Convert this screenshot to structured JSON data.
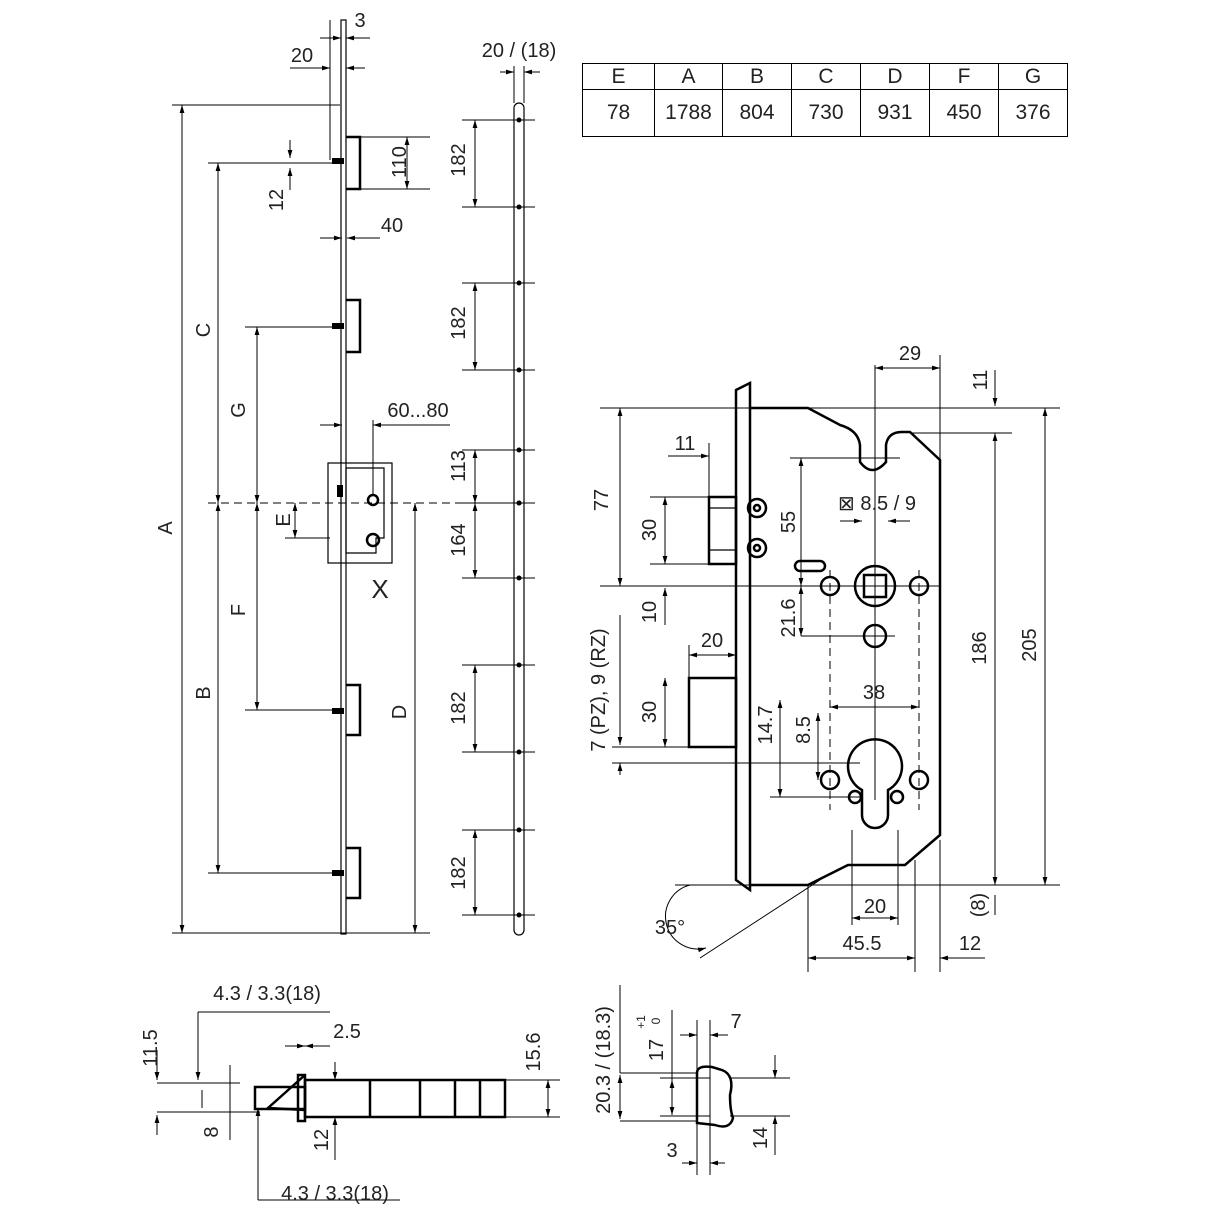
{
  "table": {
    "headers": [
      "E",
      "A",
      "B",
      "C",
      "D",
      "F",
      "G"
    ],
    "values": [
      "78",
      "1788",
      "804",
      "730",
      "931",
      "450",
      "376"
    ]
  },
  "elevation": {
    "A": "A",
    "B": "B",
    "C": "C",
    "D": "D",
    "E": "E",
    "F": "F",
    "G": "G",
    "X": "X",
    "d3": "3",
    "d20": "20",
    "d12": "12",
    "d110": "110",
    "d40": "40",
    "backset": "60...80"
  },
  "strip": {
    "width": "20 / (18)",
    "segments": [
      "182",
      "182",
      "113",
      "164",
      "182",
      "182"
    ]
  },
  "lock": {
    "d29": "29",
    "d11top": "11",
    "d77": "77",
    "d11": "11",
    "d30a": "30",
    "d55": "55",
    "spindle": "⊠ 8.5 / 9",
    "d10": "10",
    "d21_6": "21.6",
    "d20": "20",
    "d186": "186",
    "d205": "205",
    "d38": "38",
    "pzrz": "7 (PZ), 9 (RZ)",
    "d30b": "30",
    "d14_7": "14.7",
    "d8_5": "8.5",
    "d20b": "20",
    "d8": "(8)",
    "d45_5": "45.5",
    "d12": "12",
    "angle": "35°"
  },
  "section": {
    "top": "4.3 / 3.3(18)",
    "bottom": "4.3 / 3.3(18)",
    "d11_5": "11.5",
    "d2_5": "2.5",
    "d15_6": "15.6",
    "d8": "8",
    "d12": "12"
  },
  "hook": {
    "d20_3": "20.3 / (18.3)",
    "d17": "17",
    "tol_upper": "+1",
    "tol_lower": "0",
    "d7": "7",
    "d3": "3",
    "d14": "14"
  }
}
